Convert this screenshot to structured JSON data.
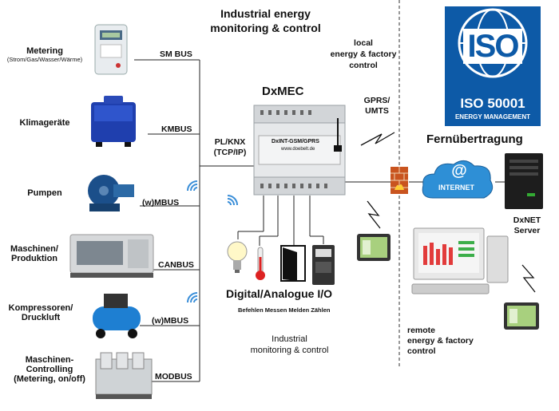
{
  "header": {
    "title_line1": "Industrial energy",
    "title_line2": "monitoring & control"
  },
  "local_box": {
    "line1": "local",
    "line2": "energy & factory",
    "line3": "control"
  },
  "devices": [
    {
      "label_line1": "Metering",
      "label_line2": "(Strom/Gas/Wasser/Wärme)",
      "bus": "SM BUS",
      "icon": "electricity-meter-icon"
    },
    {
      "label_line1": "Klimageräte",
      "label_line2": "",
      "bus": "KMBUS",
      "icon": "air-conditioner-icon"
    },
    {
      "label_line1": "Pumpen",
      "label_line2": "",
      "bus": "(w)MBUS",
      "icon": "pump-icon"
    },
    {
      "label_line1": "Maschinen/",
      "label_line2": "Produktion",
      "bus": "CANBUS",
      "icon": "machine-icon"
    },
    {
      "label_line1": "Kompressoren/",
      "label_line2": "Druckluft",
      "bus": "(w)MBUS",
      "icon": "compressor-icon"
    },
    {
      "label_line1": "Maschinen-",
      "label_line2": "Controlling",
      "label_line3": "(Metering, on/off)",
      "bus": "MODBUS",
      "icon": "printing-machine-icon"
    }
  ],
  "dxmec": {
    "title": "DxMEC",
    "bus_line1": "PL/KNX",
    "bus_line2": "(TCP/IP)",
    "gprs_line1": "GPRS/",
    "gprs_line2": "UMTS",
    "device_name": "DxINT-GSM/GPRS",
    "device_url": "www.doebelt.de"
  },
  "io": {
    "title": "Digital/Analogue I/O",
    "subtitle": "Befehlen Messen Melden Zählen",
    "icons": [
      "light-bulb-icon",
      "thermometer-icon",
      "door-icon",
      "energy-meter-icon"
    ]
  },
  "industrial": {
    "line1": "Industrial",
    "line2": "monitoring & control"
  },
  "iso": {
    "logo_text": "ISO",
    "standard": "ISO 50001",
    "subtitle": "ENERGY MANAGEMENT"
  },
  "remote_section": {
    "title": "Fernübertragung",
    "internet": "INTERNET",
    "at_symbol": "@",
    "server_line1": "DxNET",
    "server_line2": "Server",
    "remote_line1": "remote",
    "remote_line2": "energy & factory",
    "remote_line3": "control"
  },
  "colors": {
    "iso_blue": "#0d5aa7",
    "cloud_blue": "#2e8fd6",
    "firewall": "#c9541f"
  }
}
